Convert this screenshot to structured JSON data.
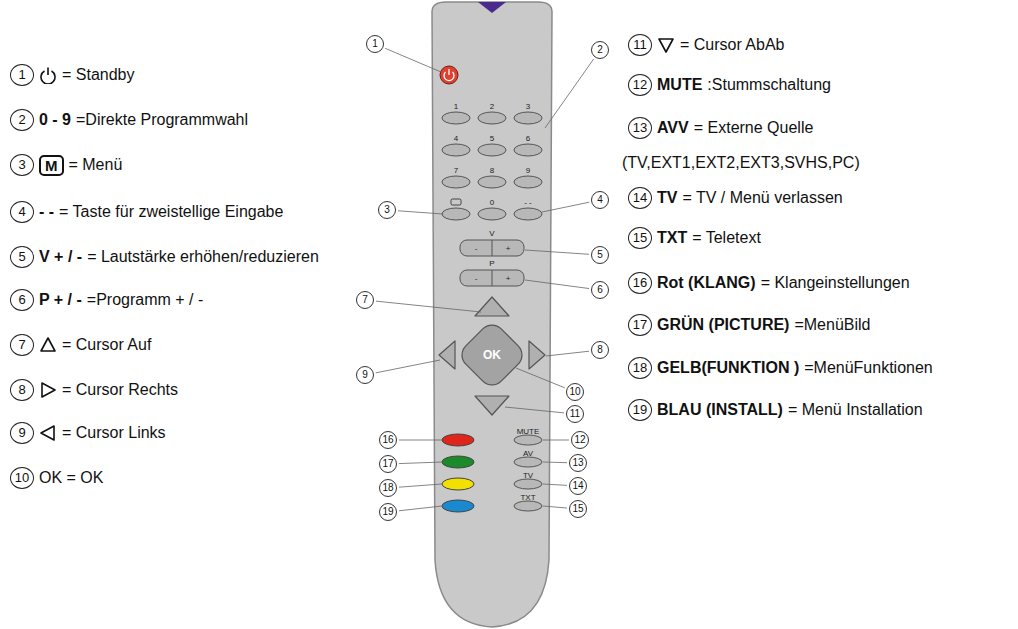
{
  "diagram": {
    "labels": [
      "1",
      "= Standby",
      "2",
      "0 - 9",
      "=Direkte Programmwahl",
      "3",
      "M",
      "= Menü",
      "4",
      "- -",
      "= Taste für zweistellige Eingabe",
      "5",
      "V + / -",
      "= Lautstärke erhöhen/reduzieren",
      "6",
      "P + / -",
      "=Programm + / -",
      "7",
      "= Cursor Auf",
      "8",
      "= Cursor Rechts",
      "9",
      "= Cursor Links",
      "10",
      "OK = OK",
      "11",
      "= Cursor AbAb",
      "12",
      "MUTE",
      ":Stummschaltung",
      "13",
      "AVV",
      "= Externe Quelle",
      "(TV,EXT1,EXT2,EXT3,SVHS,PC)",
      "14",
      "TV",
      "= TV / Menü verlassen",
      "15",
      "TXT",
      "= Teletext",
      "16",
      "Rot (KLANG)",
      "= Klangeinstellungen",
      "17",
      "GRÜN (PICTURE)",
      "=MenüBild",
      "18",
      "GELB(FUNKTION )",
      "=MenüFunktionen",
      "19",
      "BLAU (INSTALL)",
      "= Menü Installation",
      "1",
      "2",
      "3",
      "4",
      "5",
      "6",
      "7",
      "8",
      "9",
      "0",
      "- -",
      "V",
      "-",
      "+",
      "P",
      "-",
      "+",
      "OK",
      "MUTE",
      "AV",
      "TV",
      "TXT",
      "1",
      "2",
      "3",
      "4",
      "5",
      "6",
      "7",
      "8",
      "9",
      "10",
      "11",
      "12",
      "13",
      "14",
      "15",
      "16",
      "17",
      "18",
      "19"
    ]
  }
}
